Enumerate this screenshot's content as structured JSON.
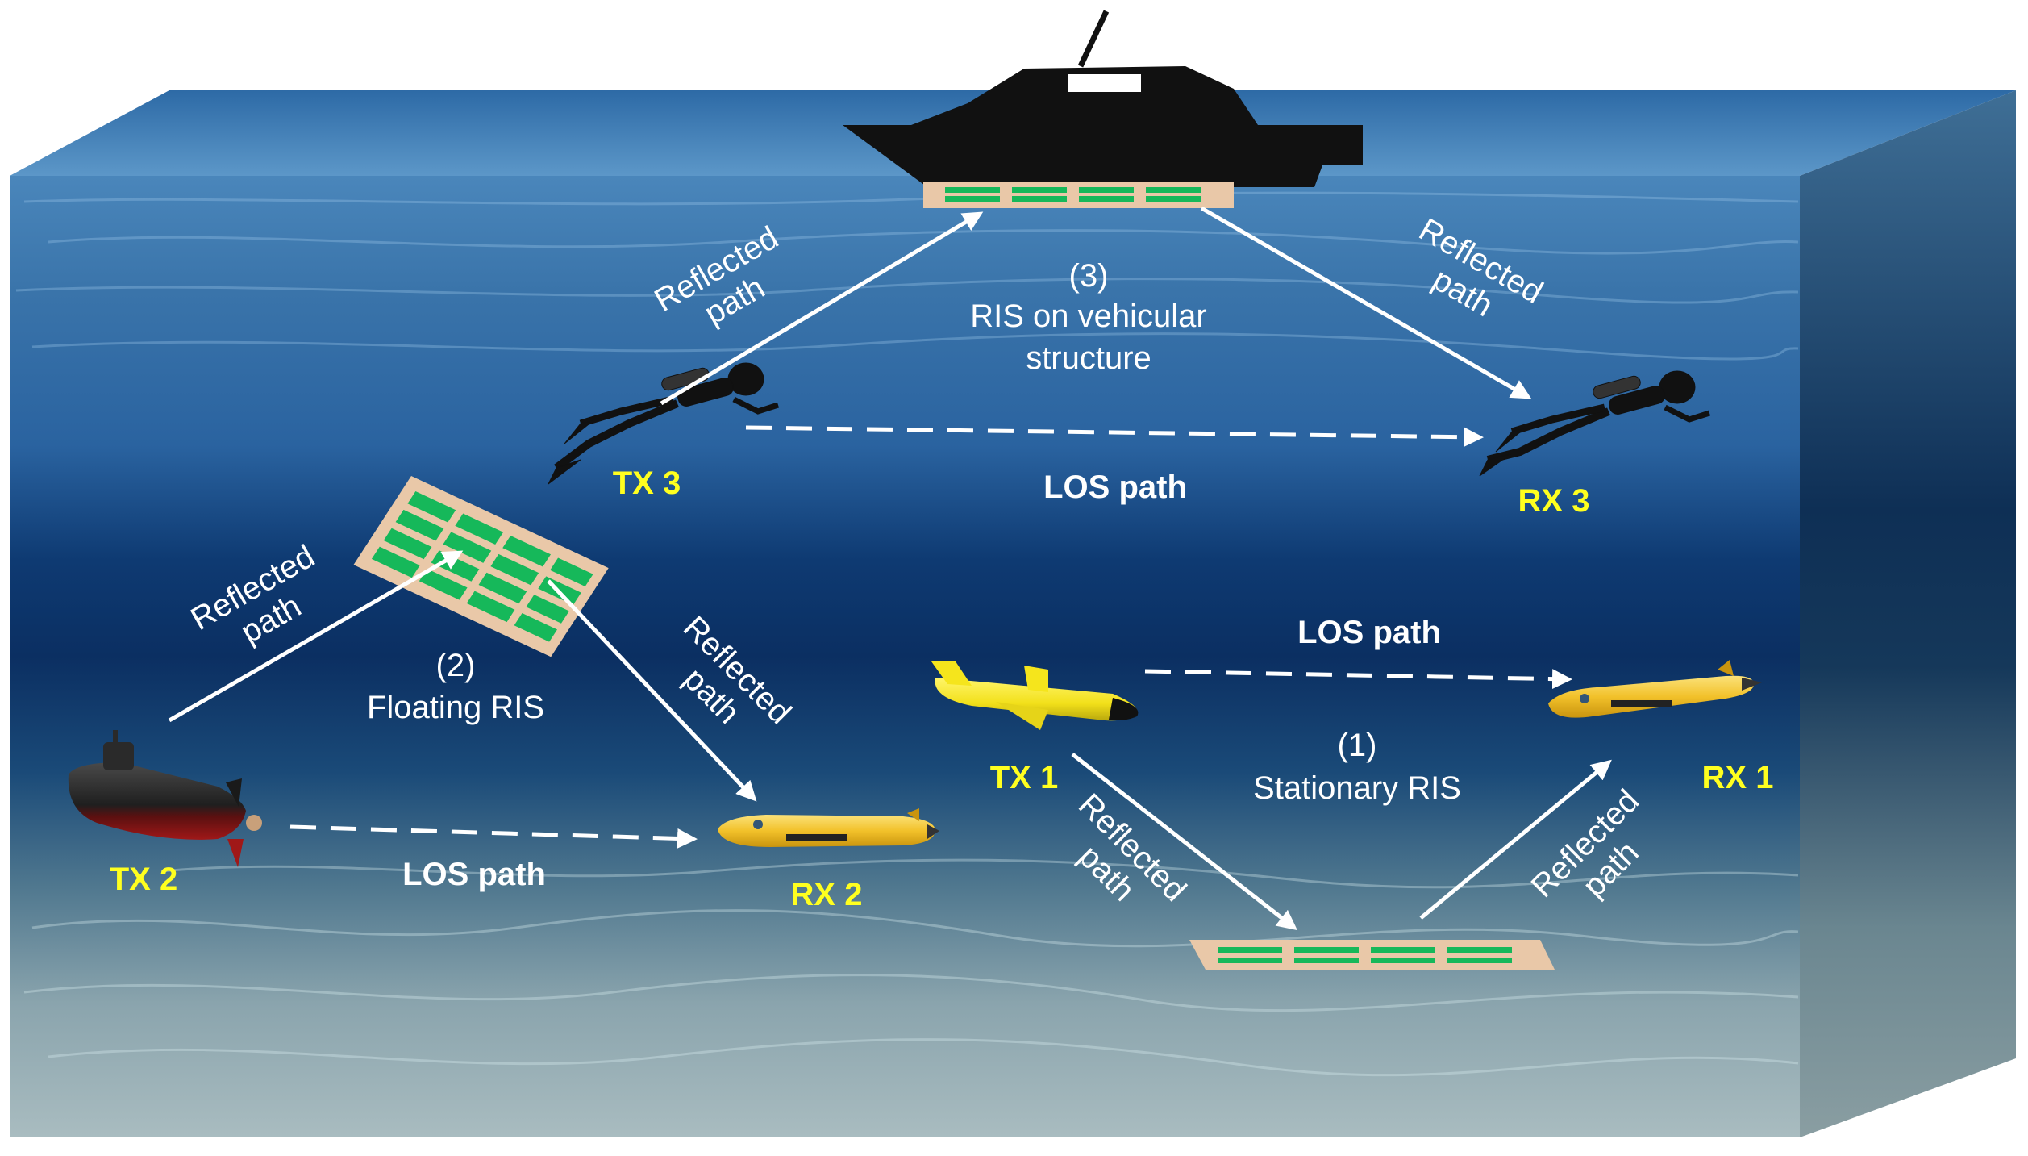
{
  "labels": {
    "tx1": "TX 1",
    "rx1": "RX 1",
    "tx2": "TX 2",
    "rx2": "RX 2",
    "tx3": "TX 3",
    "rx3": "RX 3",
    "ris1_number": "(1)",
    "ris1_name": "Stationary RIS",
    "ris2_number": "(2)",
    "ris2_name": "Floating RIS",
    "ris3_number": "(3)",
    "ris3_name_line1": "RIS on vehicular",
    "ris3_name_line2": "structure",
    "los_path_1": "LOS path",
    "los_path_2": "LOS path",
    "los_path_3": "LOS path",
    "reflected_word": "Reflected",
    "path_word": "path"
  },
  "colors": {
    "water_top": "#3a78b0",
    "water_mid": "#0f3f74",
    "water_deep": "#0a2a55",
    "seafloor": "#8ea9b3",
    "ris_panel": "#e9c8a8",
    "ris_element": "#16b85a",
    "glider": "#f2c82a",
    "tx1_body": "#f5e51c",
    "submarine": "#2a2a2a",
    "label_yellow": "#ffff1f",
    "arrow": "#ffffff"
  },
  "icons": [
    "ship-icon",
    "diver-icon",
    "submarine-icon",
    "glider-icon",
    "ris-panel-icon"
  ]
}
